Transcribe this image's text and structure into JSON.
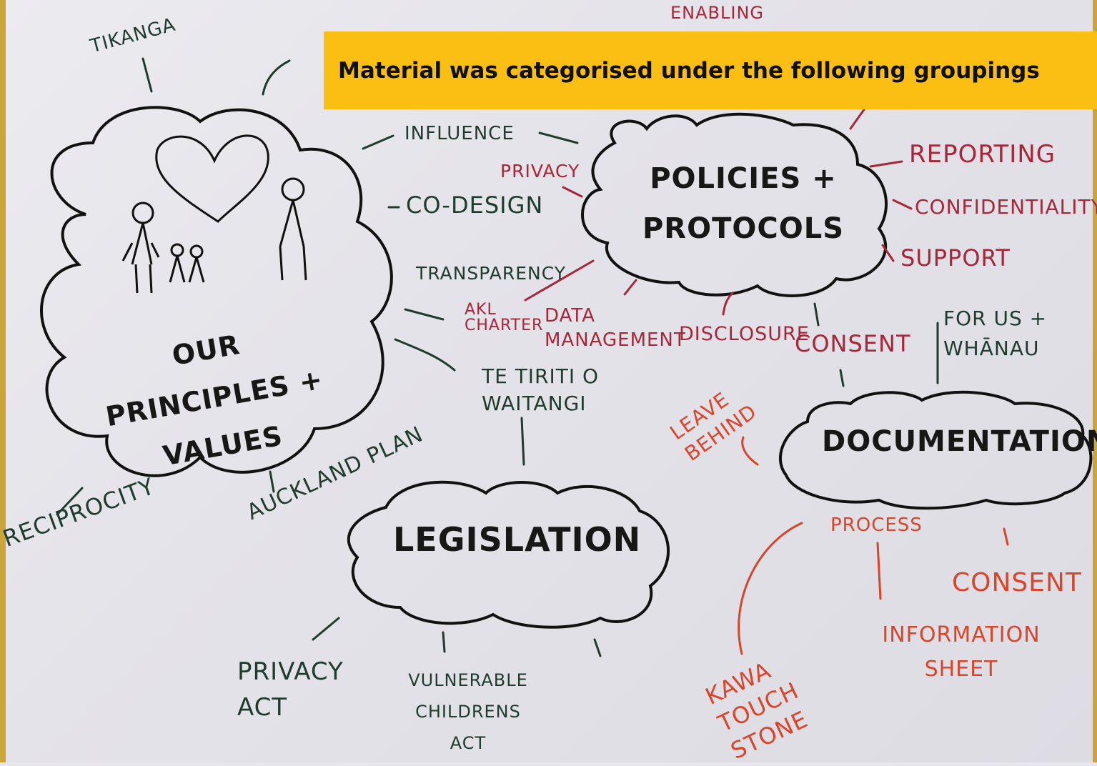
{
  "banner": {
    "title": "Material was categorised under the following groupings"
  },
  "colors": {
    "banner": "#fbbf14",
    "ink_green": "#1f3b2e",
    "ink_red": "#a6263a",
    "ink_orange": "#d8452a",
    "ink_black": "#171717"
  },
  "clusters": {
    "principles": {
      "title": "OUR PRINCIPLES + VALUES",
      "items": [
        "TIKANGA",
        "INFLUENCE",
        "CO-DESIGN",
        "TRANSPARENCY",
        "RECIPROCITY",
        "AUCKLAND PLAN"
      ]
    },
    "policies": {
      "title": "POLICIES + PROTOCOLS",
      "items": [
        "ENABLING",
        "PRIVACY",
        "REPORTING",
        "CONFIDENTIALITY",
        "SUPPORT",
        "AKL CHARTER",
        "DATA MANAGEMENT",
        "DISCLOSURE",
        "CONSENT"
      ]
    },
    "legislation": {
      "title": "LEGISLATION",
      "items": [
        "TE TIRITI O WAITANGI",
        "PRIVACY ACT",
        "VULNERABLE CHILDRENS ACT"
      ]
    },
    "documentation": {
      "title": "DOCUMENTATION",
      "items": [
        "FOR US + WHĀNAU",
        "LEAVE BEHIND",
        "PROCESS",
        "CONSENT",
        "INFORMATION SHEET",
        "KAWA TOUCH STONE"
      ]
    }
  }
}
